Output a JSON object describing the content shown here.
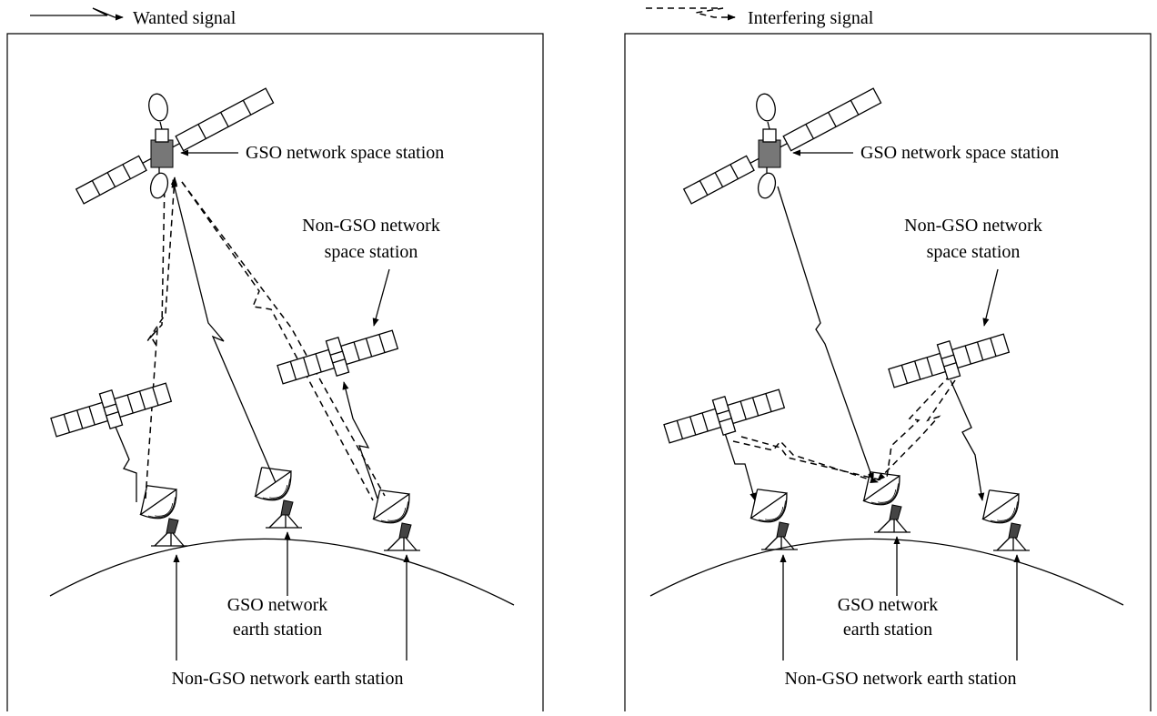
{
  "legend": {
    "wanted": "Wanted signal",
    "interfering": "Interfering signal"
  },
  "left_panel": {
    "gso_space_station": "GSO network space station",
    "non_gso_space_station_line1": "Non-GSO network",
    "non_gso_space_station_line2": "space station",
    "gso_earth_station_line1": "GSO network",
    "gso_earth_station_line2": "earth station",
    "non_gso_earth_station": "Non-GSO network earth station"
  },
  "right_panel": {
    "gso_space_station": "GSO network space station",
    "non_gso_space_station_line1": "Non-GSO network",
    "non_gso_space_station_line2": "space station",
    "gso_earth_station_line1": "GSO network",
    "gso_earth_station_line2": "earth station",
    "non_gso_earth_station": "Non-GSO network earth station"
  }
}
